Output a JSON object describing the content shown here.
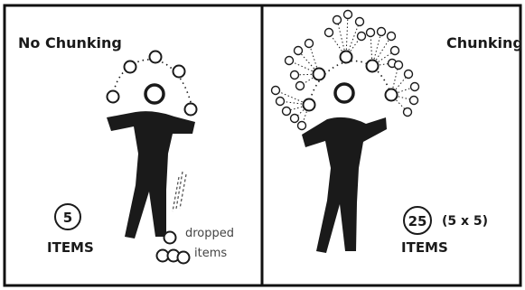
{
  "left_panel": {
    "title": "No Chunking",
    "count": "5",
    "unit": "ITEMS",
    "dropped_line1": "dropped",
    "dropped_line2": "items"
  },
  "right_panel": {
    "title": "Chunking",
    "count": "25",
    "multiplier": "(5 x 5)",
    "unit": "ITEMS"
  },
  "colors": {
    "figure": "#1a1a1a",
    "border": "#111111"
  }
}
